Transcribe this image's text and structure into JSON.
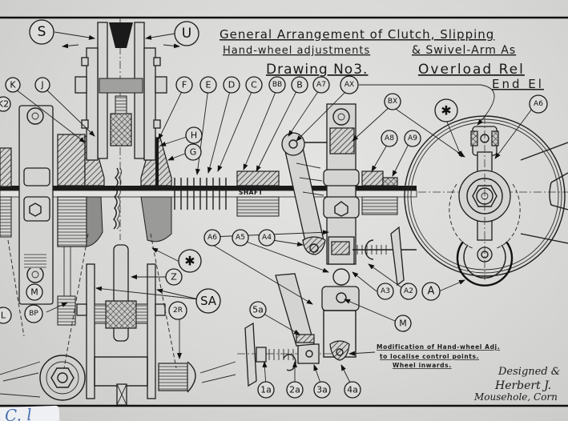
{
  "drawing": {
    "title_line1": "General Arrangement of Clutch, Slipping",
    "title_line2a": "Hand-wheel adjustments",
    "title_line2b": "& Swivel-Arm As",
    "title_line3a": "Drawing No3.",
    "title_line3b": "Overload Rel",
    "title_line4": "End El",
    "shaft_label": "SHAFT",
    "modification_note": [
      "Modification of Hand-wheel Adj.",
      "to localise control points.",
      "Wheel inwards."
    ],
    "signature": [
      "Designed &",
      "Herbert J.",
      "Mousehole, Corn"
    ],
    "paper_scrap_text": "C. l",
    "callouts": {
      "S": "S",
      "U": "U",
      "K": "K",
      "J": "J",
      "K2": "K2",
      "F": "F",
      "E": "E",
      "D": "D",
      "C": "C",
      "BB": "BB",
      "B": "B",
      "A7": "A7",
      "AX": "AX",
      "BX": "BX",
      "A6_top": "A6",
      "A8": "A8",
      "A9": "A9",
      "H": "H",
      "G": "G",
      "A6": "A6",
      "A5": "A5",
      "A4": "A4",
      "A3": "A3",
      "A2": "A2",
      "A": "A",
      "M_left": "M",
      "M": "M",
      "BP": "BP",
      "L": "L",
      "Z": "Z",
      "SA": "SA",
      "2R": "2R",
      "5a": "5a",
      "1a": "1a",
      "2a": "2a",
      "3a": "3a",
      "4a": "4a"
    },
    "star_symbol": "✱"
  }
}
